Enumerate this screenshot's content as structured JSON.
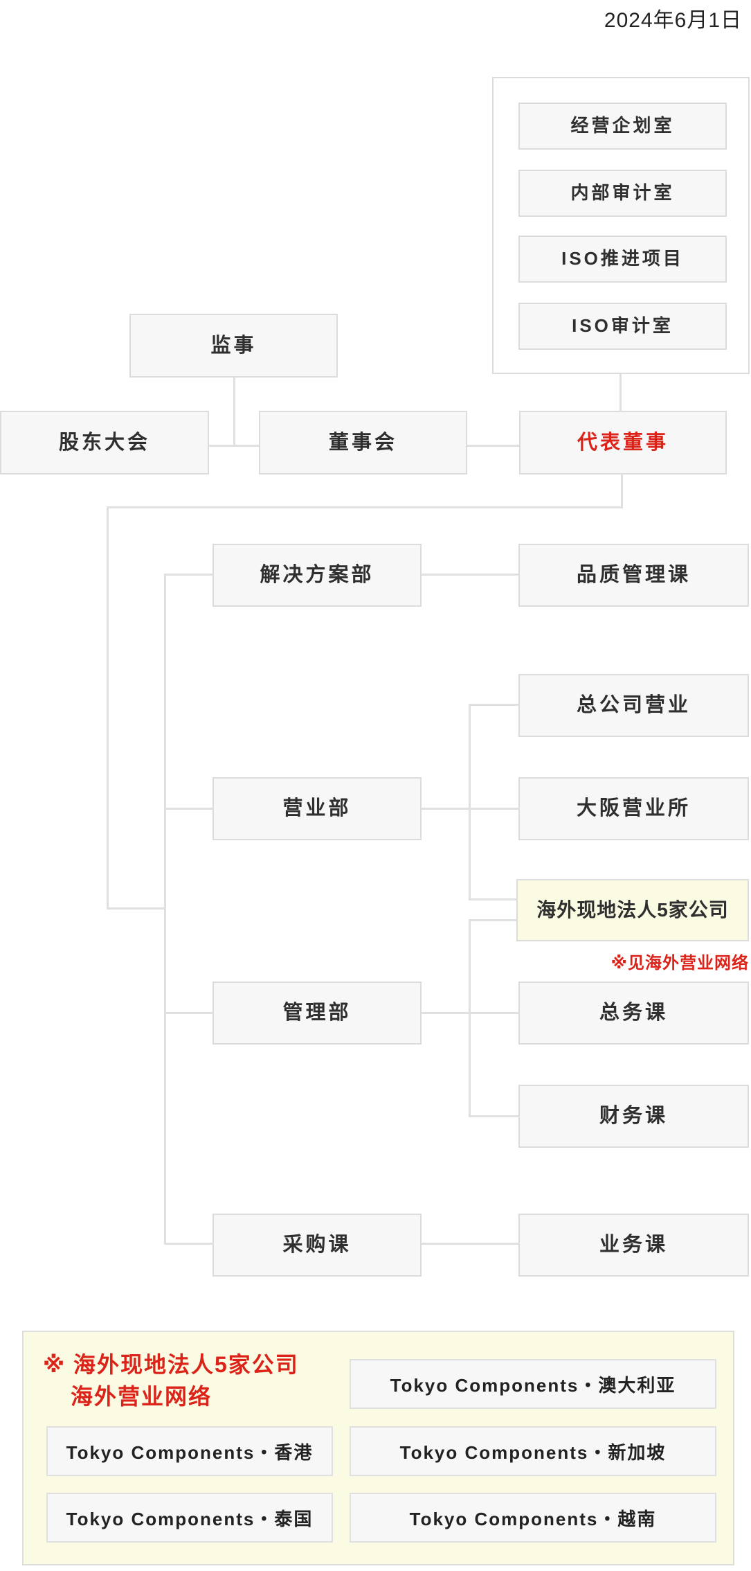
{
  "date": "2024年6月1日",
  "org": {
    "staff_offices": [
      "经营企划室",
      "内部审计室",
      "ISO推进项目",
      "ISO审计室"
    ],
    "nodes": {
      "auditor": "监事",
      "shareholders_meeting": "股东大会",
      "board_of_directors": "董事会",
      "representative_director": "代表董事",
      "solutions_dept": "解决方案部",
      "quality_section": "品质管理课",
      "sales_dept": "营业部",
      "head_office_sales": "总公司营业",
      "osaka_sales_office": "大阪营业所",
      "overseas_subsidiaries": "海外现地法人5家公司",
      "admin_dept": "管理部",
      "general_affairs_section": "总务课",
      "finance_section": "财务课",
      "purchasing_section": "采购课",
      "operations_section": "业务课"
    },
    "overseas_note": "※见海外营业网络"
  },
  "overseas_panel": {
    "title_line1": "※ 海外现地法人5家公司",
    "title_line2": "海外营业网络",
    "companies": [
      "Tokyo Components・澳大利亚",
      "Tokyo Components・香港",
      "Tokyo Components・新加坡",
      "Tokyo Components・泰国",
      "Tokyo Components・越南"
    ]
  },
  "colors": {
    "accent_red": "#dc2319",
    "node_bg": "#f7f7f7",
    "node_border": "#dcdcdc",
    "connector": "#e0e0e0",
    "highlight_bg": "#fbfbe3"
  }
}
